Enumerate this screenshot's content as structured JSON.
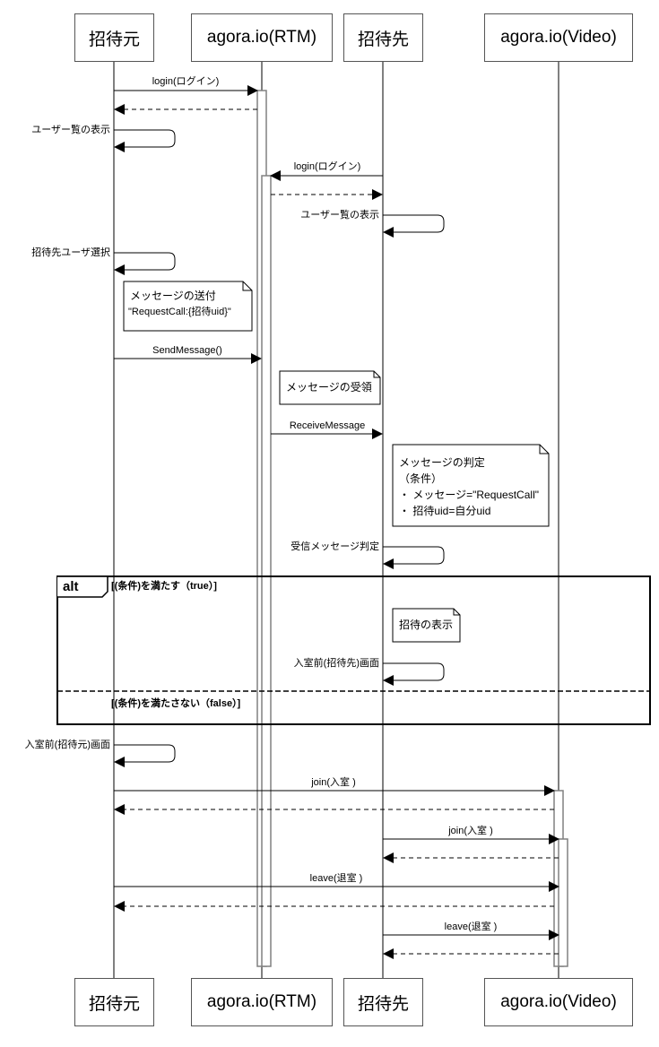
{
  "diagram": {
    "type": "sequence",
    "participants": [
      {
        "id": "inviter",
        "label": "招待元"
      },
      {
        "id": "rtm",
        "label": "agora.io(RTM)"
      },
      {
        "id": "invitee",
        "label": "招待先"
      },
      {
        "id": "video",
        "label": "agora.io(Video)"
      }
    ],
    "messages": [
      {
        "label": "login(ログイン)",
        "from": "inviter",
        "to": "rtm",
        "kind": "sync"
      },
      {
        "label": "",
        "from": "rtm",
        "to": "inviter",
        "kind": "return"
      },
      {
        "label": "ユーザー覧の表示",
        "from": "inviter",
        "to": "inviter",
        "kind": "self"
      },
      {
        "label": "login(ログイン)",
        "from": "invitee",
        "to": "rtm",
        "kind": "sync"
      },
      {
        "label": "",
        "from": "rtm",
        "to": "invitee",
        "kind": "return"
      },
      {
        "label": "ユーザー覧の表示",
        "from": "invitee",
        "to": "invitee",
        "kind": "self"
      },
      {
        "label": "招待先ユーザ選択",
        "from": "inviter",
        "to": "inviter",
        "kind": "self"
      },
      {
        "label": "SendMessage()",
        "from": "inviter",
        "to": "rtm",
        "kind": "sync"
      },
      {
        "label": "ReceiveMessage",
        "from": "rtm",
        "to": "invitee",
        "kind": "sync"
      },
      {
        "label": "受信メッセージ判定",
        "from": "invitee",
        "to": "invitee",
        "kind": "self"
      },
      {
        "label": "入室前(招待先)画面",
        "from": "invitee",
        "to": "invitee",
        "kind": "self"
      },
      {
        "label": "入室前(招待元)画面",
        "from": "inviter",
        "to": "inviter",
        "kind": "self"
      },
      {
        "label": "join(入室 )",
        "from": "inviter",
        "to": "video",
        "kind": "sync"
      },
      {
        "label": "",
        "from": "video",
        "to": "inviter",
        "kind": "return"
      },
      {
        "label": "join(入室 )",
        "from": "invitee",
        "to": "video",
        "kind": "sync"
      },
      {
        "label": "",
        "from": "video",
        "to": "invitee",
        "kind": "return"
      },
      {
        "label": "leave(退室 )",
        "from": "inviter",
        "to": "video",
        "kind": "sync"
      },
      {
        "label": "",
        "from": "video",
        "to": "inviter",
        "kind": "return"
      },
      {
        "label": "leave(退室 )",
        "from": "invitee",
        "to": "video",
        "kind": "sync"
      },
      {
        "label": "",
        "from": "video",
        "to": "invitee",
        "kind": "return"
      }
    ],
    "notes": {
      "send": [
        "メッセージの送付",
        "\"RequestCall:{招待uid}\""
      ],
      "receive": [
        "メッセージの受領"
      ],
      "judge": [
        "メッセージの判定",
        "（条件）",
        "・ メッセージ=\"RequestCall\"",
        "・ 招待uid=自分uid"
      ],
      "invite_display": [
        "招待の表示"
      ]
    },
    "alt_fragment": {
      "tag": "alt",
      "guard_true": "[(条件)を満たす（true）]",
      "guard_false": "[(条件)を満たさない（false）]"
    }
  }
}
